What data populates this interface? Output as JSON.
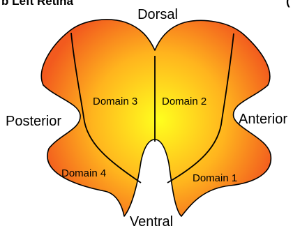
{
  "panel": {
    "title": "b  Left Retina",
    "corner_mark": "("
  },
  "orientation": {
    "dorsal": "Dorsal",
    "ventral": "Ventral",
    "anterior": "Anterior",
    "posterior": "Posterior"
  },
  "domains": [
    {
      "id": "domain-1",
      "label": "Domain 1"
    },
    {
      "id": "domain-2",
      "label": "Domain 2"
    },
    {
      "id": "domain-3",
      "label": "Domain 3"
    },
    {
      "id": "domain-4",
      "label": "Domain 4"
    }
  ],
  "colors": {
    "gradient_center": "#ffff1e",
    "gradient_mid": "#ffb41e",
    "gradient_edge": "#f25a1e",
    "outline": "#000000"
  }
}
